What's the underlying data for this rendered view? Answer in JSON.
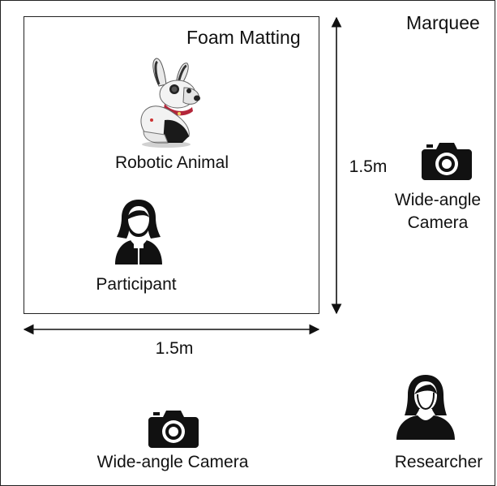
{
  "labels": {
    "foam_matting": "Foam Matting",
    "marquee": "Marquee",
    "robotic_animal": "Robotic Animal",
    "participant": "Participant",
    "horizontal_dimension": "1.5m",
    "vertical_dimension": "1.5m",
    "camera_right_line1": "Wide-angle",
    "camera_right_line2": "Camera",
    "camera_bottom": "Wide-angle Camera",
    "researcher": "Researcher"
  },
  "icons": {
    "robot": "robotic-dog-icon",
    "participant": "person-icon",
    "camera": "camera-icon",
    "researcher": "person-icon"
  },
  "colors": {
    "robot_collar": "#b3263a",
    "robot_body": "#f2f2f2",
    "ink": "#111111"
  }
}
